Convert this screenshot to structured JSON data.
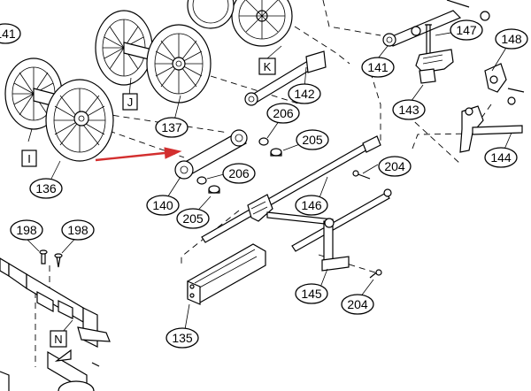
{
  "diagram": {
    "callouts": {
      "c141_left": "141",
      "c147": "147",
      "c148": "148",
      "c141_mid": "141",
      "c142": "142",
      "c143": "143",
      "c137": "137",
      "c206_top": "206",
      "c205_top": "205",
      "c144": "144",
      "c204_top": "204",
      "c206_mid": "206",
      "c140": "140",
      "c136": "136",
      "c146": "146",
      "c205_mid": "205",
      "c198_left": "198",
      "c198_right": "198",
      "c145": "145",
      "c204_bottom": "204",
      "c135": "135"
    },
    "box_labels": {
      "box_i": "I",
      "box_j": "J",
      "box_k": "K",
      "box_n": "N"
    },
    "colors": {
      "line": "#000000",
      "pointer_arrow": "#d32f2f",
      "background": "#ffffff"
    }
  }
}
